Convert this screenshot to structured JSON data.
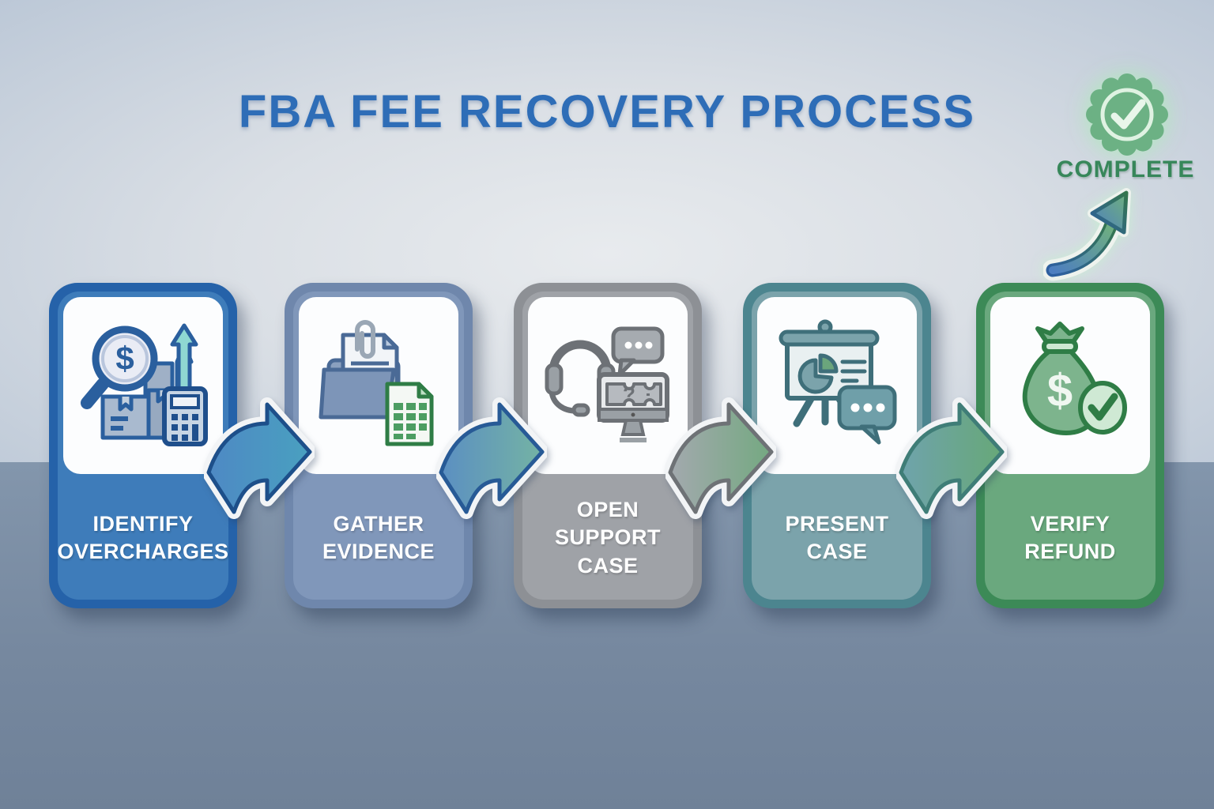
{
  "title": "FBA FEE RECOVERY PROCESS",
  "badge": {
    "label": "COMPLETE",
    "icon": "check-seal-icon"
  },
  "steps": [
    {
      "label": "IDENTIFY\nOVERCHARGES",
      "icon": "magnifier-calculator-icon",
      "border_color": "#2562a9",
      "fill_color": "#3e7cba"
    },
    {
      "label": "GATHER\nEVIDENCE",
      "icon": "folder-document-icon",
      "border_color": "#6f87ac",
      "fill_color": "#8097ba"
    },
    {
      "label": "OPEN\nSUPPORT\nCASE",
      "icon": "headset-ticket-icon",
      "border_color": "#8d9095",
      "fill_color": "#9fa2a7"
    },
    {
      "label": "PRESENT\nCASE",
      "icon": "presentation-chart-icon",
      "border_color": "#4c858f",
      "fill_color": "#7ba3ab"
    },
    {
      "label": "VERIFY\nREFUND",
      "icon": "money-bag-check-icon",
      "border_color": "#3c8a57",
      "fill_color": "#6aa87e"
    }
  ],
  "connectors": [
    {
      "icon": "curved-right-arrow",
      "from": "IDENTIFY OVERCHARGES",
      "to": "GATHER EVIDENCE",
      "color": "#4e89c4"
    },
    {
      "icon": "curved-right-arrow",
      "from": "GATHER EVIDENCE",
      "to": "OPEN SUPPORT CASE",
      "color": "#74b3a4"
    },
    {
      "icon": "curved-right-arrow",
      "from": "OPEN SUPPORT CASE",
      "to": "PRESENT CASE",
      "color": "#74a981"
    },
    {
      "icon": "curved-right-arrow",
      "from": "PRESENT CASE",
      "to": "VERIFY REFUND",
      "color": "#67a878"
    },
    {
      "icon": "curved-up-arrow",
      "from": "VERIFY REFUND",
      "to": "COMPLETE",
      "color": "#6fb07e"
    }
  ],
  "colors": {
    "title_text": "#2e6db7",
    "complete_text": "#37875a",
    "badge_green": "#6cb184",
    "background_top": "#d9dee4",
    "background_bottom": "#76889f",
    "card_text": "#ffffff"
  }
}
